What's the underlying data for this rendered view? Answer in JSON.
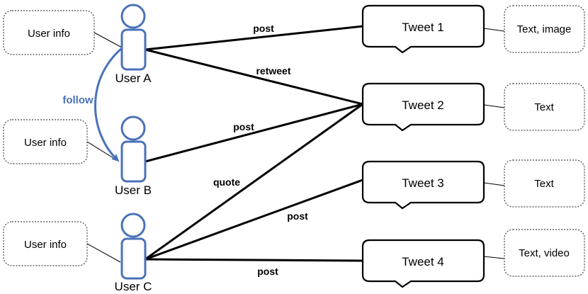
{
  "users": [
    {
      "name": "User A",
      "info": "User info"
    },
    {
      "name": "User B",
      "info": "User info"
    },
    {
      "name": "User C",
      "info": "User info"
    }
  ],
  "tweets": [
    {
      "label": "Tweet 1",
      "content": "Text, image"
    },
    {
      "label": "Tweet 2",
      "content": "Text"
    },
    {
      "label": "Tweet 3",
      "content": "Text"
    },
    {
      "label": "Tweet 4",
      "content": "Text, video"
    }
  ],
  "edges": {
    "a_tweet1": "post",
    "a_tweet2": "retweet",
    "b_tweet2": "post",
    "c_tweet2": "quote",
    "c_tweet3": "post",
    "c_tweet4": "post",
    "a_follows_b": "follow"
  },
  "colors": {
    "user_icon": "#4a72b8",
    "follow": "#4a72b8",
    "line": "#000000",
    "dotted_box": "#444444"
  }
}
